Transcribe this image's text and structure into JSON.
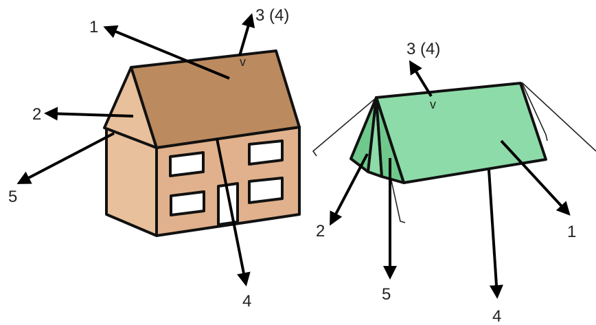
{
  "colors": {
    "house_roof": "#bc8a5f",
    "house_wall_front": "#e0b18c",
    "house_wall_side": "#e8c09b",
    "window": "#ffffff",
    "tent_fabric": "#8ddba8",
    "tent_front": "#6fc98d",
    "outline": "#111111"
  },
  "house": {
    "labels": {
      "roof": "1",
      "gable": "2",
      "ridge": "3 (4)",
      "wall": "4",
      "base": "5"
    },
    "ridge_mark": "v"
  },
  "tent": {
    "labels": {
      "side": "1",
      "front_flap": "2",
      "ridge": "3 (4)",
      "bottom": "4",
      "pole": "5"
    },
    "ridge_mark": "v"
  }
}
